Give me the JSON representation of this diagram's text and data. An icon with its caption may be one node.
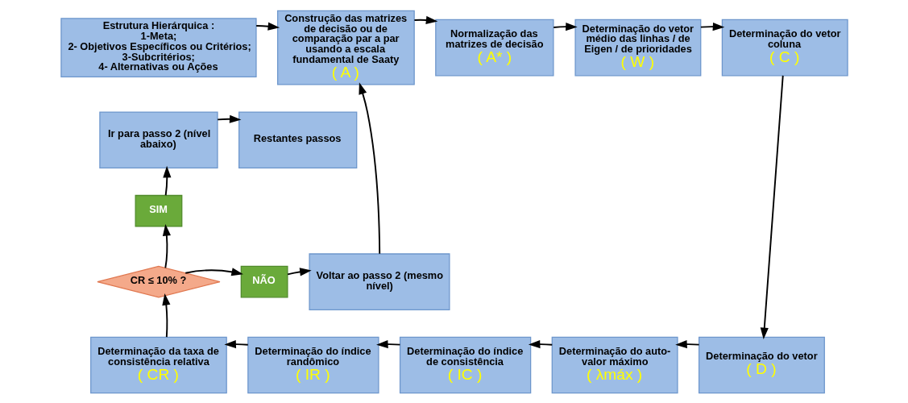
{
  "diagram": {
    "nodes": [
      {
        "text": [
          "Estrutura Hierárquica :",
          "1-Meta;",
          "2- Objetivos Específicos ou Critérios;",
          "3-Subcritérios;",
          "4- Alternativas ou Ações"
        ]
      },
      {
        "text": [
          "Construção das matrizes de decisão ou de comparação par a par usando a escala fundamental de Saaty",
          "( A )"
        ]
      },
      {
        "text": [
          "Normalização das matrizes de decisão",
          "( A* )"
        ]
      },
      {
        "text": [
          "Determinação do vetor médio das linhas / de Eigen / de prioridades",
          "( W )"
        ]
      },
      {
        "text": [
          "Determinação do vetor coluna",
          "( C )"
        ]
      },
      {
        "text": [
          "Determinação do vetor",
          "( D )"
        ]
      },
      {
        "text": [
          "Determinação do auto-valor máximo",
          "( λmáx )"
        ]
      },
      {
        "text": [
          "Determinação do índice de consistência",
          "( IC )"
        ]
      },
      {
        "text": [
          "Determinação do índice randômico",
          "( IR )"
        ]
      },
      {
        "text": [
          "Determinação da taxa de consistência relativa",
          "( CR )"
        ]
      },
      {
        "text": [
          "CR ≤ 10% ?"
        ]
      },
      {
        "text": [
          "SIM"
        ]
      },
      {
        "text": [
          "Ir para passo 2 (nível abaixo)"
        ]
      },
      {
        "text": [
          "Restantes passos"
        ]
      },
      {
        "text": [
          "NÃO"
        ]
      },
      {
        "text": [
          "Voltar ao passo 2 (mesmo nível)"
        ]
      }
    ],
    "edges": [
      {
        "from": 0,
        "to": 1,
        "arrow": "to"
      },
      {
        "from": 1,
        "to": 2,
        "arrow": "to"
      },
      {
        "from": 2,
        "to": 3,
        "arrow": "to"
      },
      {
        "from": 3,
        "to": 4,
        "arrow": "to"
      },
      {
        "from": 4,
        "to": 5,
        "arrow": "to"
      },
      {
        "from": 5,
        "to": 6,
        "arrow": "to"
      },
      {
        "from": 6,
        "to": 7,
        "arrow": "to"
      },
      {
        "from": 7,
        "to": 8,
        "arrow": "to"
      },
      {
        "from": 8,
        "to": 9,
        "arrow": "to"
      },
      {
        "from": 9,
        "to": 10,
        "arrow": "to"
      },
      {
        "from": 10,
        "to": 11,
        "arrow": "to"
      },
      {
        "from": 11,
        "to": 12,
        "arrow": "to"
      },
      {
        "from": 12,
        "to": 13,
        "arrow": "to"
      },
      {
        "from": 10,
        "to": 14,
        "arrow": "to"
      },
      {
        "from": 14,
        "to": 15,
        "arrow": "to"
      },
      {
        "from": 15,
        "to": 1,
        "arrow": "to"
      }
    ]
  }
}
